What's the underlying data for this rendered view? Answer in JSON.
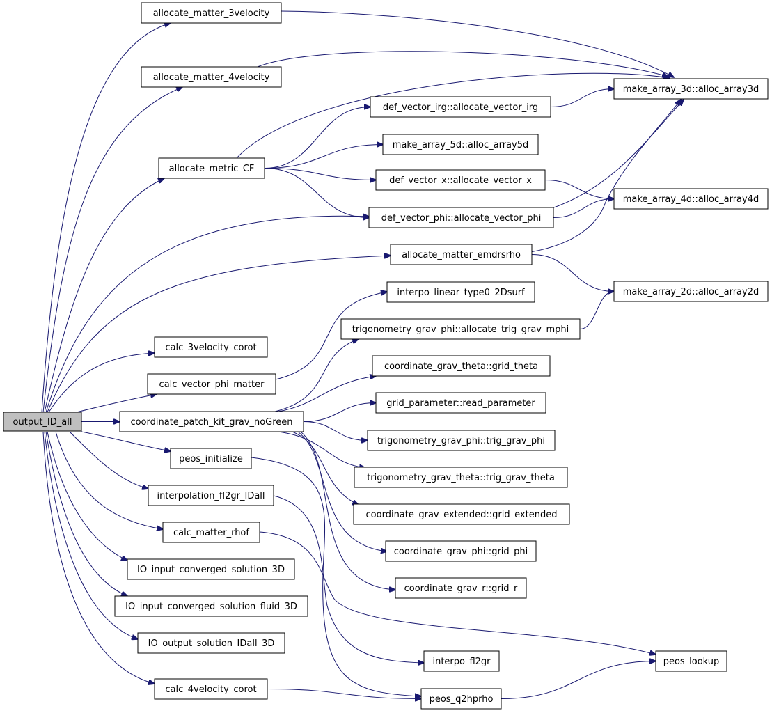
{
  "colors": {
    "edge": "#191970",
    "root_fill": "#bfbfbf",
    "node_fill": "#ffffff",
    "node_stroke": "#000000"
  },
  "graph": {
    "root": "output_ID_all",
    "nodes": [
      "output_ID_all",
      "allocate_matter_3velocity",
      "allocate_matter_4velocity",
      "allocate_metric_CF",
      "allocate_matter_emdrsrho",
      "calc_3velocity_corot",
      "calc_vector_phi_matter",
      "coordinate_patch_kit_grav_noGreen",
      "peos_initialize",
      "interpolation_fl2gr_IDall",
      "calc_matter_rhof",
      "IO_input_converged_solution_3D",
      "IO_input_converged_solution_fluid_3D",
      "IO_output_solution_IDall_3D",
      "calc_4velocity_corot",
      "make_array_3d::alloc_array3d",
      "def_vector_irg::allocate_vector_irg",
      "make_array_5d::alloc_array5d",
      "def_vector_x::allocate_vector_x",
      "make_array_4d::alloc_array4d",
      "def_vector_phi::allocate_vector_phi",
      "make_array_2d::alloc_array2d",
      "interpo_linear_type0_2Dsurf",
      "trigonometry_grav_phi::allocate_trig_grav_mphi",
      "coordinate_grav_theta::grid_theta",
      "grid_parameter::read_parameter",
      "trigonometry_grav_phi::trig_grav_phi",
      "trigonometry_grav_theta::trig_grav_theta",
      "coordinate_grav_extended::grid_extended",
      "coordinate_grav_phi::grid_phi",
      "coordinate_grav_r::grid_r",
      "peos_lookup",
      "interpo_fl2gr",
      "peos_q2hprho"
    ],
    "edges": [
      [
        "output_ID_all",
        "allocate_matter_3velocity"
      ],
      [
        "output_ID_all",
        "allocate_matter_4velocity"
      ],
      [
        "output_ID_all",
        "allocate_metric_CF"
      ],
      [
        "output_ID_all",
        "def_vector_phi::allocate_vector_phi"
      ],
      [
        "output_ID_all",
        "allocate_matter_emdrsrho"
      ],
      [
        "output_ID_all",
        "calc_3velocity_corot"
      ],
      [
        "output_ID_all",
        "calc_vector_phi_matter"
      ],
      [
        "output_ID_all",
        "coordinate_patch_kit_grav_noGreen"
      ],
      [
        "output_ID_all",
        "peos_initialize"
      ],
      [
        "output_ID_all",
        "interpolation_fl2gr_IDall"
      ],
      [
        "output_ID_all",
        "calc_matter_rhof"
      ],
      [
        "output_ID_all",
        "IO_input_converged_solution_3D"
      ],
      [
        "output_ID_all",
        "IO_input_converged_solution_fluid_3D"
      ],
      [
        "output_ID_all",
        "IO_output_solution_IDall_3D"
      ],
      [
        "output_ID_all",
        "calc_4velocity_corot"
      ],
      [
        "allocate_matter_3velocity",
        "make_array_3d::alloc_array3d"
      ],
      [
        "allocate_matter_4velocity",
        "make_array_3d::alloc_array3d"
      ],
      [
        "allocate_metric_CF",
        "make_array_3d::alloc_array3d"
      ],
      [
        "allocate_metric_CF",
        "def_vector_irg::allocate_vector_irg"
      ],
      [
        "allocate_metric_CF",
        "make_array_5d::alloc_array5d"
      ],
      [
        "allocate_metric_CF",
        "def_vector_x::allocate_vector_x"
      ],
      [
        "allocate_metric_CF",
        "def_vector_phi::allocate_vector_phi"
      ],
      [
        "def_vector_irg::allocate_vector_irg",
        "make_array_3d::alloc_array3d"
      ],
      [
        "def_vector_x::allocate_vector_x",
        "make_array_4d::alloc_array4d"
      ],
      [
        "def_vector_phi::allocate_vector_phi",
        "make_array_3d::alloc_array3d"
      ],
      [
        "def_vector_phi::allocate_vector_phi",
        "make_array_4d::alloc_array4d"
      ],
      [
        "allocate_matter_emdrsrho",
        "make_array_3d::alloc_array3d"
      ],
      [
        "allocate_matter_emdrsrho",
        "make_array_2d::alloc_array2d"
      ],
      [
        "trigonometry_grav_phi::allocate_trig_grav_mphi",
        "make_array_2d::alloc_array2d"
      ],
      [
        "calc_vector_phi_matter",
        "interpo_linear_type0_2Dsurf"
      ],
      [
        "coordinate_patch_kit_grav_noGreen",
        "trigonometry_grav_phi::allocate_trig_grav_mphi"
      ],
      [
        "coordinate_patch_kit_grav_noGreen",
        "coordinate_grav_theta::grid_theta"
      ],
      [
        "coordinate_patch_kit_grav_noGreen",
        "grid_parameter::read_parameter"
      ],
      [
        "coordinate_patch_kit_grav_noGreen",
        "trigonometry_grav_phi::trig_grav_phi"
      ],
      [
        "coordinate_patch_kit_grav_noGreen",
        "trigonometry_grav_theta::trig_grav_theta"
      ],
      [
        "coordinate_patch_kit_grav_noGreen",
        "coordinate_grav_extended::grid_extended"
      ],
      [
        "coordinate_patch_kit_grav_noGreen",
        "coordinate_grav_phi::grid_phi"
      ],
      [
        "coordinate_patch_kit_grav_noGreen",
        "coordinate_grav_r::grid_r"
      ],
      [
        "peos_initialize",
        "peos_q2hprho"
      ],
      [
        "interpolation_fl2gr_IDall",
        "interpo_fl2gr"
      ],
      [
        "calc_matter_rhof",
        "peos_lookup"
      ],
      [
        "calc_4velocity_corot",
        "peos_q2hprho"
      ],
      [
        "peos_q2hprho",
        "peos_lookup"
      ]
    ]
  }
}
